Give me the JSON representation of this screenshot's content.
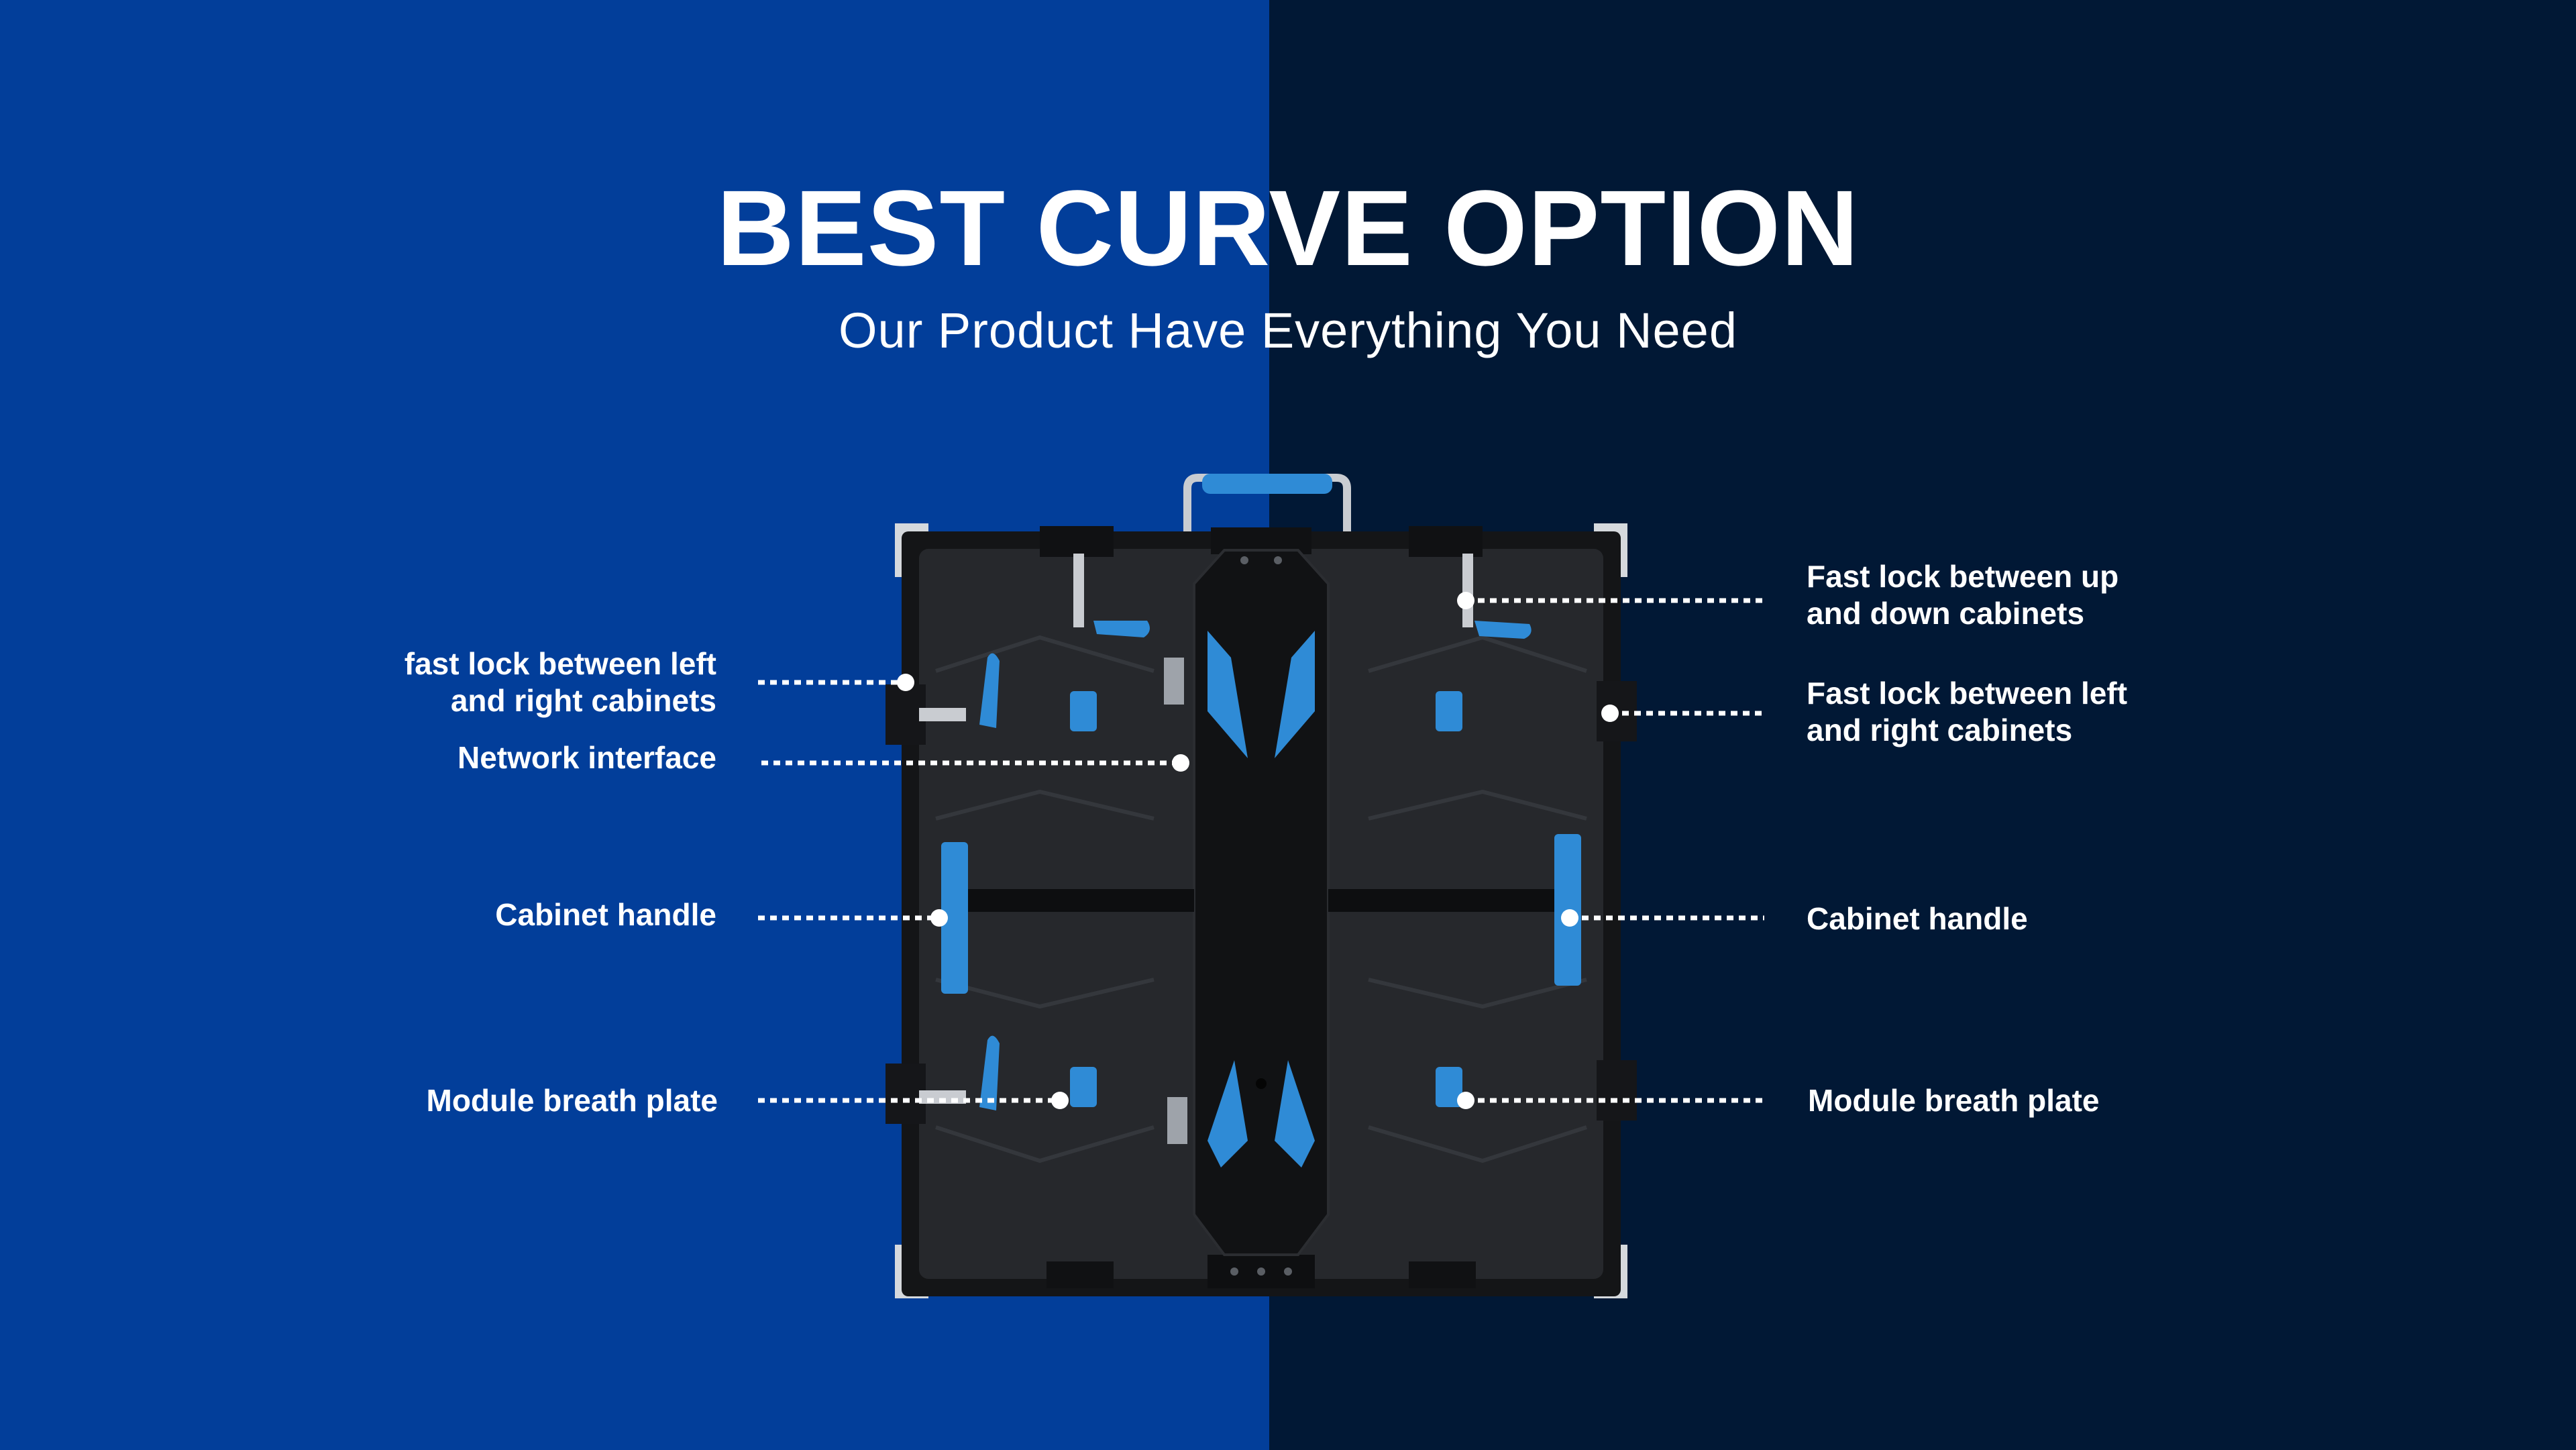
{
  "header": {
    "title": "BEST CURVE OPTION",
    "subtitle": "Our Product Have Everything You Need"
  },
  "colors": {
    "left_background": "#023e9a",
    "right_background": "#011835",
    "accent_blue": "#2f8bd6",
    "cabinet_body": "#1b1c1f",
    "text": "#ffffff"
  },
  "callouts": {
    "left": [
      {
        "lines": [
          "fast lock between left",
          "and right cabinets"
        ]
      },
      {
        "lines": [
          "Network interface"
        ]
      },
      {
        "lines": [
          "Cabinet handle"
        ]
      },
      {
        "lines": [
          "Module breath plate"
        ]
      }
    ],
    "right": [
      {
        "lines": [
          "Fast lock between up",
          "and down cabinets"
        ]
      },
      {
        "lines": [
          "Fast lock between left",
          "and right cabinets"
        ]
      },
      {
        "lines": [
          "Cabinet handle"
        ]
      },
      {
        "lines": [
          "Module breath plate"
        ]
      }
    ]
  }
}
